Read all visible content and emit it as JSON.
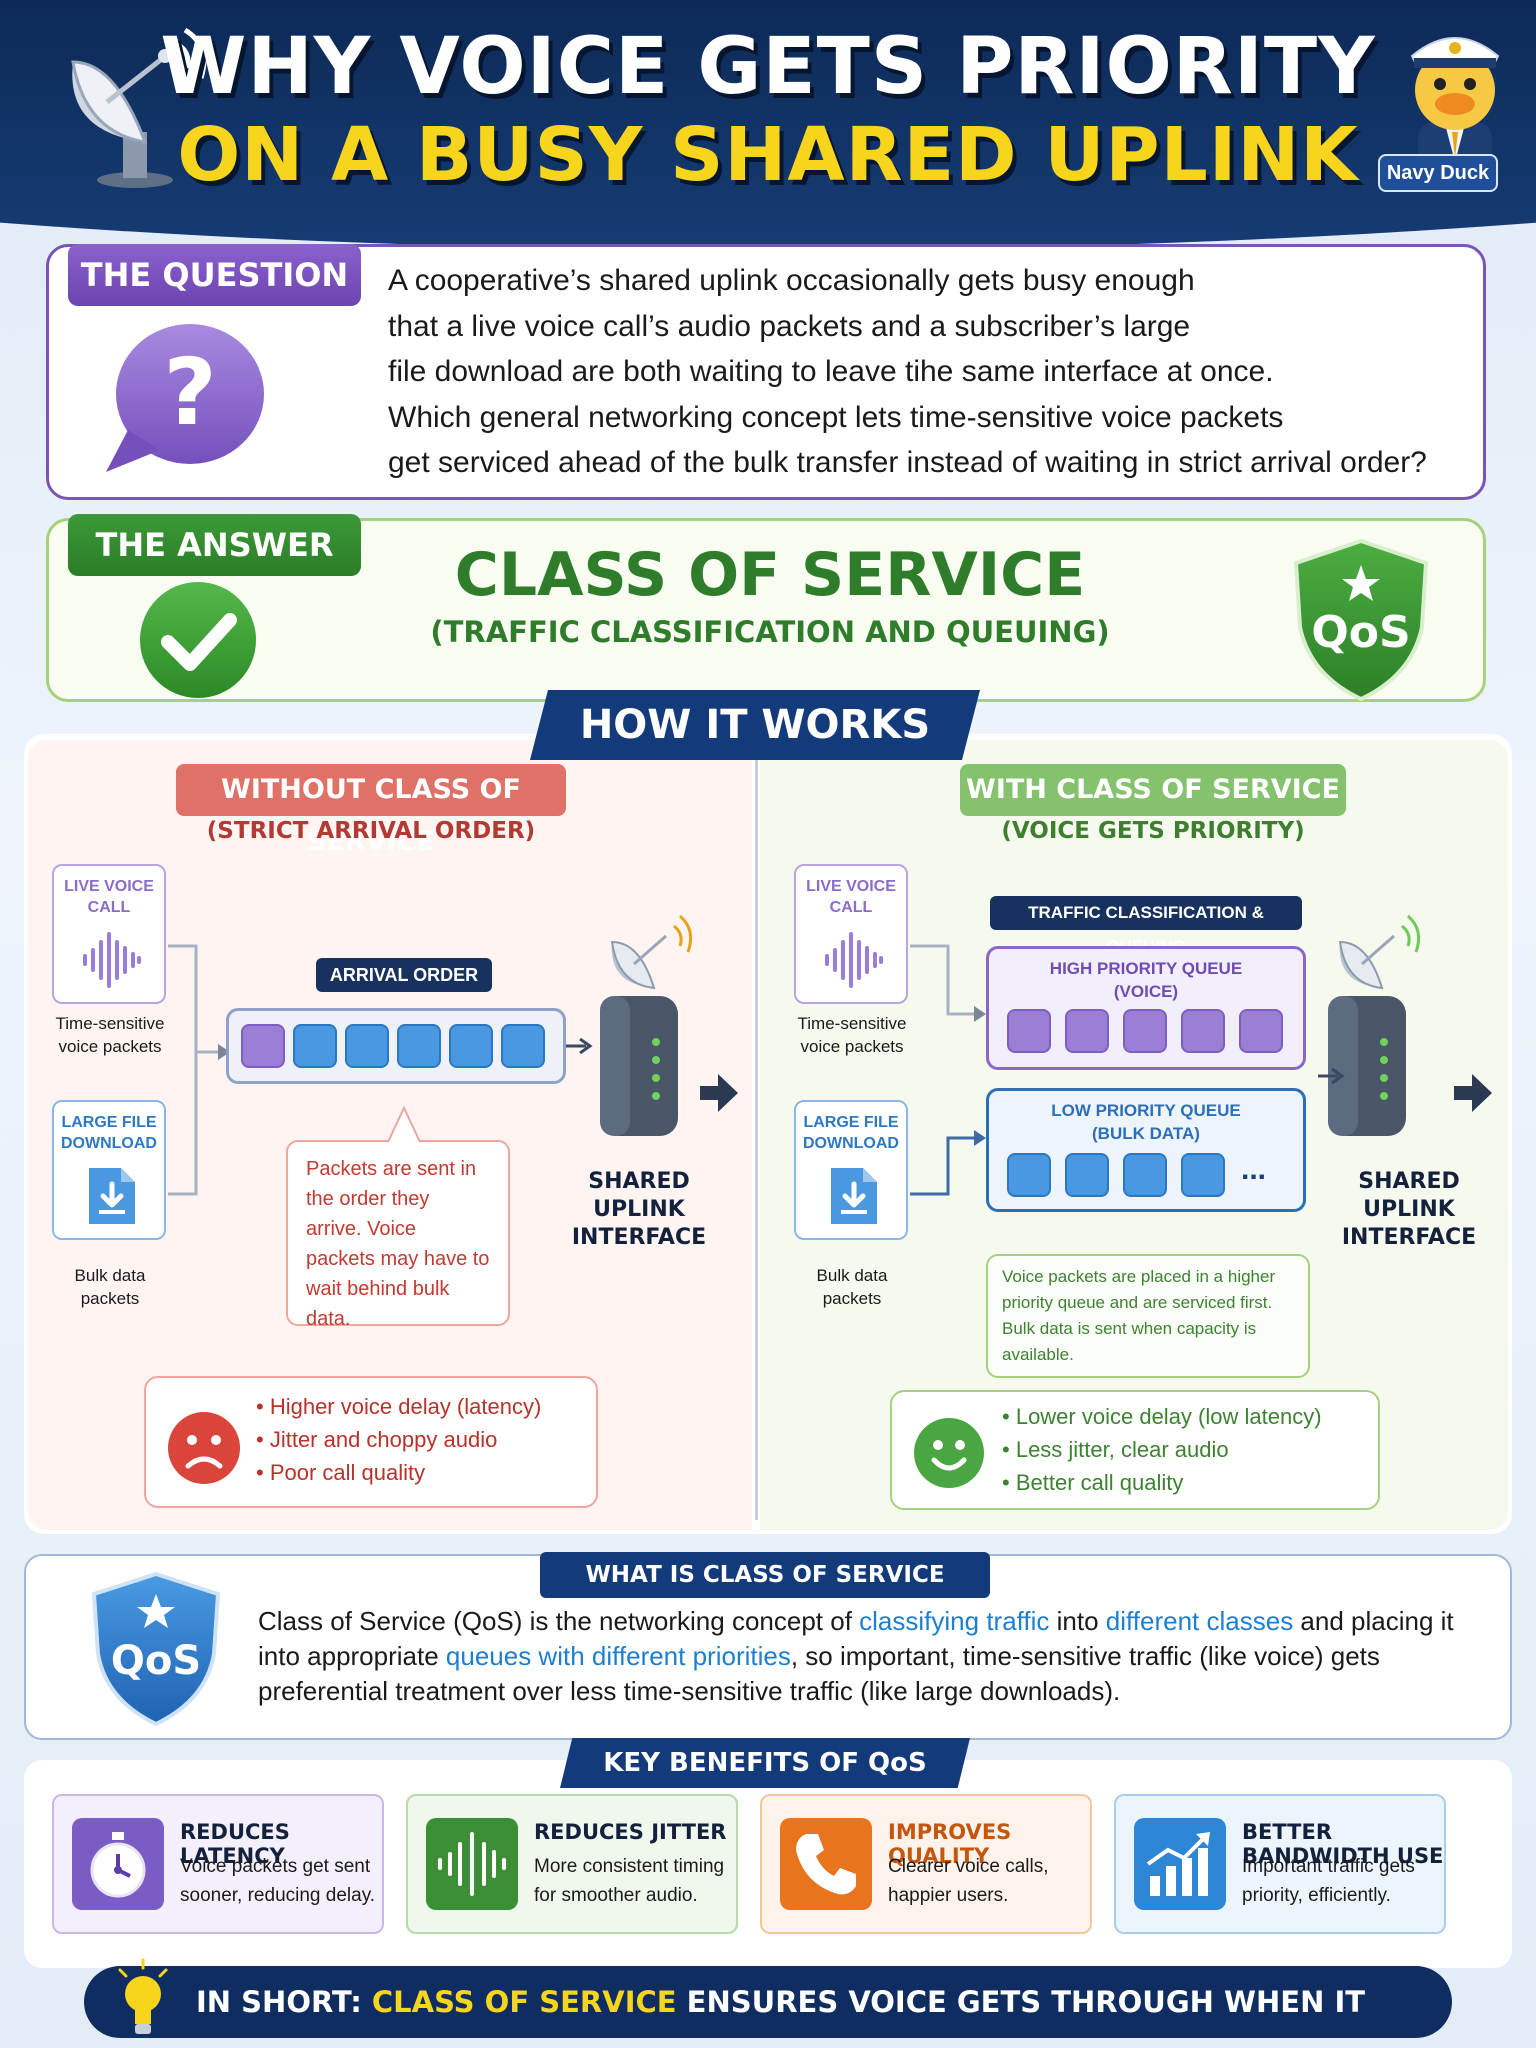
{
  "header": {
    "title_line1": "WHY VOICE GETS PRIORITY",
    "title_line2": "ON A BUSY SHARED UPLINK",
    "mascot_label": "Navy Duck",
    "left_icon": "satellite-dish-icon",
    "right_icon": "duck-mascot-icon"
  },
  "question": {
    "tag": "THE QUESTION",
    "icon": "question-bubble-icon",
    "lines": [
      "A cooperative’s shared uplink occasionally gets busy enough",
      "that a live voice call’s audio packets and a subscriber’s large",
      "file download are both waiting to leave tihe same interface at once.",
      "Which general networking concept lets time-sensitive voice packets",
      "get serviced ahead of the bulk transfer instead of waiting in strict arrival order?"
    ]
  },
  "answer": {
    "tag": "THE ANSWER",
    "title": "CLASS OF SERVICE",
    "subtitle": "(TRAFFIC CLASSIFICATION AND QUEUING)",
    "shield_label": "QoS",
    "icon": "checkmark-icon"
  },
  "how": {
    "banner": "HOW IT WORKS",
    "left": {
      "tag": "WITHOUT CLASS OF SERVICE",
      "sub": "(STRICT ARRIVAL ORDER)",
      "voice_card": "LIVE VOICE\nCALL",
      "voice_caption": "Time-sensitive\nvoice packets",
      "file_card": "LARGE FILE\nDOWNLOAD",
      "file_caption": "Bulk data\npackets",
      "queue_label": "ARRIVAL ORDER",
      "callout": "Packets are sent in the order they arrive. Voice packets may have to wait behind bulk data.",
      "interface_label": "SHARED\nUPLINK\nINTERFACE",
      "results": [
        "Higher voice delay (latency)",
        "Jitter and choppy audio",
        "Poor call quality"
      ],
      "color_accent": "#d9534f"
    },
    "right": {
      "tag": "WITH CLASS OF SERVICE",
      "sub": "(VOICE GETS PRIORITY)",
      "voice_card": "LIVE VOICE\nCALL",
      "voice_caption": "Time-sensitive\nvoice packets",
      "file_card": "LARGE FILE\nDOWNLOAD",
      "file_caption": "Bulk data\npackets",
      "classifier_label": "TRAFFIC CLASSIFICATION & QUEUING",
      "high_queue": "HIGH PRIORITY QUEUE\n(VOICE)",
      "low_queue": "LOW PRIORITY QUEUE\n(BULK DATA)",
      "ellipsis": "...",
      "callout": "Voice packets are placed in a higher priority queue and are serviced first. Bulk data is sent when capacity is available.",
      "interface_label": "SHARED\nUPLINK\nINTERFACE",
      "results": [
        "Lower voice delay (low latency)",
        "Less jitter, clear audio",
        "Better call quality"
      ],
      "color_accent": "#4f9a3c"
    }
  },
  "what_is": {
    "tag": "WHAT IS CLASS OF SERVICE (QoS)?",
    "shield_label": "QoS",
    "text_parts": [
      {
        "t": "Class of Service (QoS) is the networking concept of ",
        "hl": false
      },
      {
        "t": "classifying traffic",
        "hl": true
      },
      {
        "t": " into ",
        "hl": false
      },
      {
        "t": "different classes",
        "hl": true
      },
      {
        "t": " and placing it into appropriate ",
        "hl": false
      },
      {
        "t": "queues with different priorities",
        "hl": true
      },
      {
        "t": ", so important, time-sensitive traffic (like voice) gets preferential treatment over less time-sensitive traffic (like large downloads).",
        "hl": false
      }
    ]
  },
  "benefits": {
    "banner": "KEY BENEFITS OF QoS",
    "items": [
      {
        "title": "REDUCES LATENCY",
        "desc": "Voice packets get sent sooner, reducing delay.",
        "icon": "stopwatch-icon",
        "color": "#7b5cc4",
        "bg": "#f4f0fb"
      },
      {
        "title": "REDUCES JITTER",
        "desc": "More consistent timing for smoother audio.",
        "icon": "waveform-icon",
        "color": "#3d8f37",
        "bg": "#f0f7ec"
      },
      {
        "title": "IMPROVES QUALITY",
        "desc": "Clearer voice calls, happier users.",
        "icon": "phone-icon",
        "color": "#e8741d",
        "bg": "#fdf3ea"
      },
      {
        "title": "BETTER BANDWIDTH USE",
        "desc": "Important traffic gets priority, efficiently.",
        "icon": "growth-chart-icon",
        "color": "#2e86d6",
        "bg": "#edf5fc"
      }
    ]
  },
  "footer": {
    "prefix": "IN SHORT: ",
    "highlight": "CLASS OF SERVICE",
    "suffix": " ENSURES VOICE GETS THROUGH WHEN IT MATTERS MOST!",
    "icon": "lightbulb-icon"
  }
}
